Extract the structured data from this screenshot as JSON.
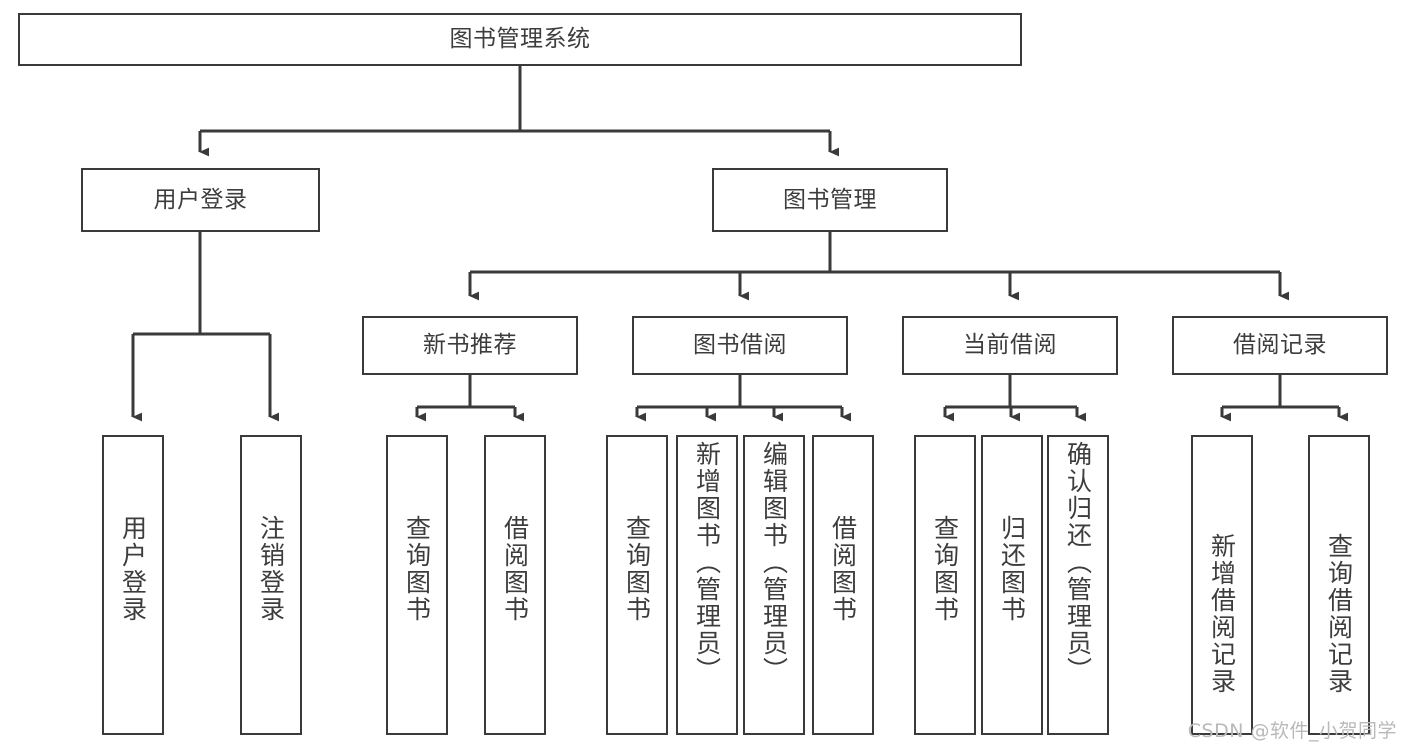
{
  "diagram": {
    "type": "tree-hierarchy",
    "title": "图书管理系统",
    "root": {
      "label": "图书管理系统"
    },
    "level2": [
      {
        "id": "user-login",
        "label": "用户登录"
      },
      {
        "id": "book-management",
        "label": "图书管理"
      }
    ],
    "level3": [
      {
        "id": "new-book-recommend",
        "label": "新书推荐"
      },
      {
        "id": "book-borrow",
        "label": "图书借阅"
      },
      {
        "id": "current-borrow",
        "label": "当前借阅"
      },
      {
        "id": "borrow-record",
        "label": "借阅记录"
      }
    ],
    "leaves": {
      "user_login": [
        {
          "id": "leaf-user-login",
          "label": "用户登录"
        },
        {
          "id": "leaf-user-logout",
          "label": "注销登录"
        }
      ],
      "new_book_recommend": [
        {
          "id": "leaf-query-book-1",
          "label": "查询图书"
        },
        {
          "id": "leaf-borrow-book-1",
          "label": "借阅图书"
        }
      ],
      "book_borrow": [
        {
          "id": "leaf-query-book-2",
          "label": "查询图书"
        },
        {
          "id": "leaf-add-book",
          "label": "新增图书（管理员）"
        },
        {
          "id": "leaf-edit-book",
          "label": "编辑图书（管理员）"
        },
        {
          "id": "leaf-borrow-book-2",
          "label": "借阅图书"
        }
      ],
      "current_borrow": [
        {
          "id": "leaf-query-book-3",
          "label": "查询图书"
        },
        {
          "id": "leaf-return-book",
          "label": "归还图书"
        },
        {
          "id": "leaf-confirm-return",
          "label": "确认归还（管理员）"
        }
      ],
      "borrow_record": [
        {
          "id": "leaf-add-record",
          "label": "新增借阅记录"
        },
        {
          "id": "leaf-query-record",
          "label": "查询借阅记录"
        }
      ]
    }
  },
  "watermark": {
    "text": "CSDN @软件_小贺同学"
  },
  "colors": {
    "stroke": "#3a3a3a",
    "text": "#3d3d3d",
    "background": "#ffffff",
    "watermark": "#b9b9b9"
  }
}
